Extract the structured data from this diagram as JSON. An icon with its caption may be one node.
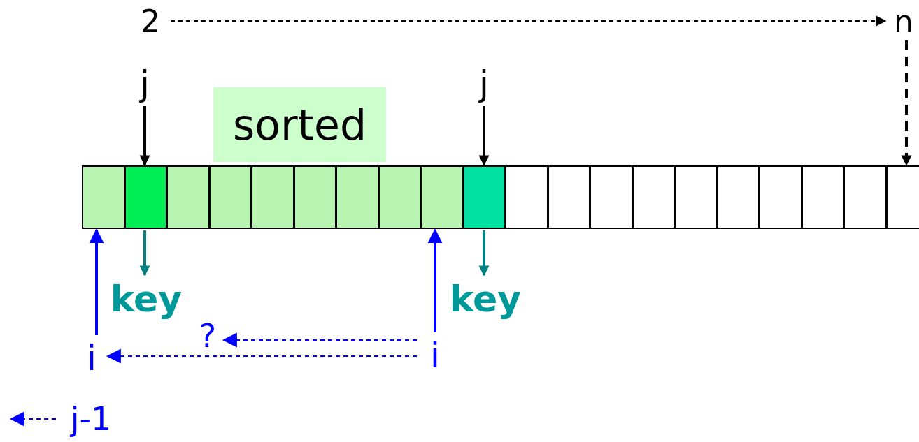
{
  "diagram": {
    "nodes": [
      {
        "text": [
          "2"
        ]
      },
      {
        "text": [
          "n"
        ]
      },
      {
        "text": [
          "j"
        ]
      },
      {
        "text": [
          "j"
        ]
      },
      {
        "text": [
          "sorted"
        ]
      },
      {
        "text": [],
        "shape": "box"
      },
      {
        "text": [],
        "shape": "box"
      },
      {
        "text": [],
        "shape": "box"
      },
      {
        "text": [],
        "shape": "box"
      },
      {
        "text": [],
        "shape": "box"
      },
      {
        "text": [],
        "shape": "box"
      },
      {
        "text": [],
        "shape": "box"
      },
      {
        "text": [],
        "shape": "box"
      },
      {
        "text": [],
        "shape": "box"
      },
      {
        "text": [],
        "shape": "box"
      },
      {
        "text": [],
        "shape": "box"
      },
      {
        "text": [],
        "shape": "box"
      },
      {
        "text": [],
        "shape": "box"
      },
      {
        "text": [],
        "shape": "box"
      },
      {
        "text": [],
        "shape": "box"
      },
      {
        "text": [],
        "shape": "box"
      },
      {
        "text": [],
        "shape": "box"
      },
      {
        "text": [],
        "shape": "box"
      },
      {
        "text": [],
        "shape": "box"
      },
      {
        "text": [],
        "shape": "box"
      },
      {
        "text": [
          "key"
        ]
      },
      {
        "text": [
          "key"
        ]
      },
      {
        "text": [
          "i"
        ]
      },
      {
        "text": [
          "i"
        ]
      },
      {
        "text": [
          "?"
        ]
      },
      {
        "text": [
          "j-1"
        ]
      }
    ],
    "edges": [
      {
        "from": 0,
        "to": 1,
        "arrow": "to",
        "style": "dashed",
        "color": "#000000"
      },
      {
        "from": 1,
        "to": 24,
        "arrow": "to",
        "style": "dashed",
        "color": "#000000"
      },
      {
        "from": 2,
        "to": 6,
        "arrow": "to",
        "color": "#000000"
      },
      {
        "from": 3,
        "to": 14,
        "arrow": "to",
        "color": "#000000"
      },
      {
        "from": 6,
        "to": 25,
        "arrow": "to",
        "color": "#008080"
      },
      {
        "from": 14,
        "to": 26,
        "arrow": "to",
        "color": "#008080"
      },
      {
        "from": 27,
        "to": 5,
        "arrow": "to"
      },
      {
        "from": 28,
        "to": 13,
        "arrow": "to"
      },
      {
        "from": 28,
        "to": 27,
        "arrow": "to",
        "style": "dashed"
      },
      {
        "from": 28,
        "to": 29,
        "arrow": "to",
        "style": "dashed"
      },
      {
        "from": 30,
        "to": null,
        "arrow": "to",
        "style": "dashed"
      }
    ]
  }
}
